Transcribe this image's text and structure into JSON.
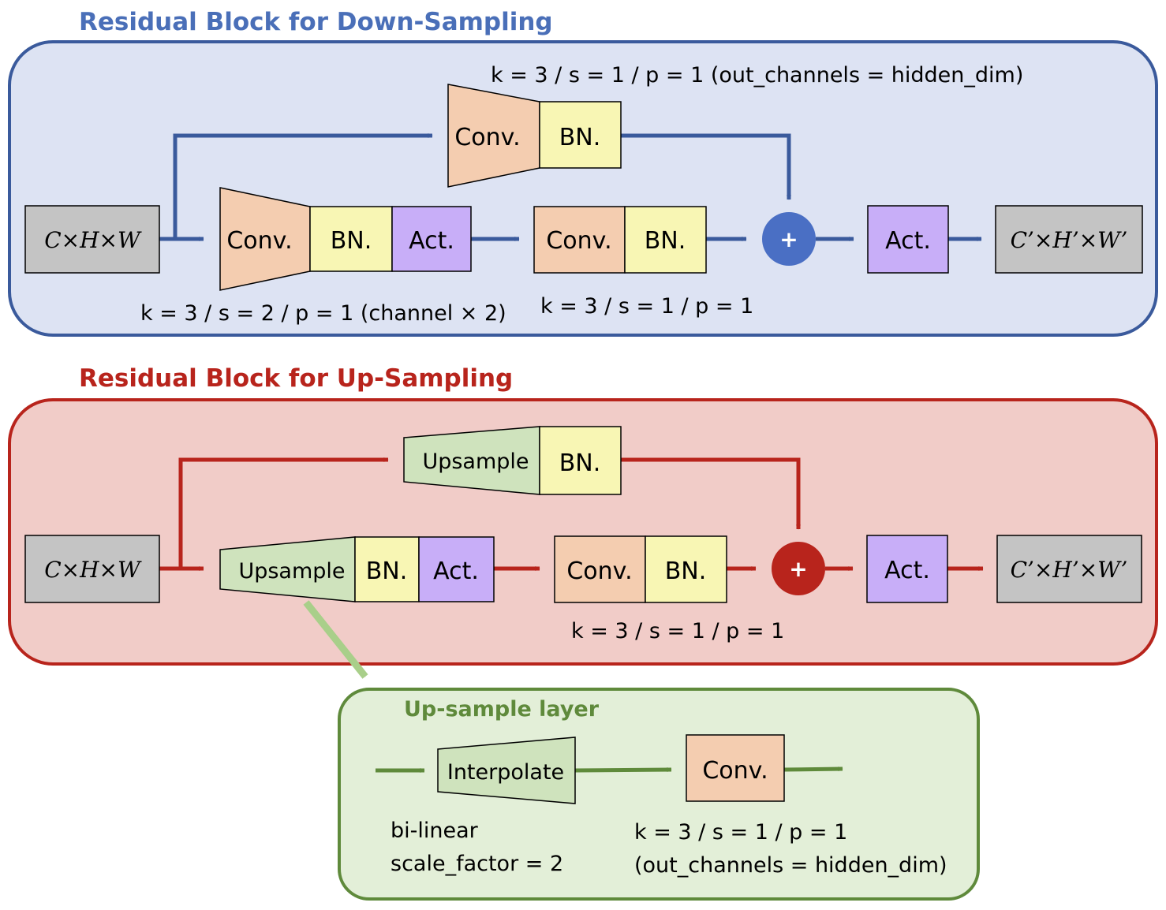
{
  "colors": {
    "down_stroke": "#3a5a9c",
    "down_fill": "#dde3f3",
    "down_title": "#4a6fb8",
    "up_stroke": "#b8241c",
    "up_fill": "#f1ccc8",
    "up_title": "#b8241c",
    "green_stroke": "#5f8a3b",
    "green_fill": "#e3efd8",
    "green_title": "#5f8a3b",
    "conv_fill": "#f4cdb0",
    "bn_fill": "#f8f6b4",
    "act_fill": "#c8aef8",
    "upsample_fill": "#cfe3bd",
    "tensor_fill": "#c4c4c4",
    "green_arrow_light": "#a9cf8a"
  },
  "down_block": {
    "title": "Residual Block for Down-Sampling",
    "input": "C×H×W",
    "output": "C’×H’×W’",
    "skip_conv": "Conv.",
    "skip_bn": "BN.",
    "skip_params": "k = 3 / s = 1 / p = 1 (out_channels = hidden_dim)",
    "main_conv1": "Conv.",
    "main_bn1": "BN.",
    "main_act1": "Act.",
    "main_conv1_params": "k = 3 / s = 2 / p = 1 (channel × 2)",
    "main_conv2": "Conv.",
    "main_bn2": "BN.",
    "main_conv2_params": "k = 3 / s = 1 / p = 1",
    "add_symbol": "+",
    "final_act": "Act."
  },
  "up_block": {
    "title": "Residual Block for Up-Sampling",
    "input": "C×H×W",
    "output": "C’×H’×W’",
    "skip_upsample": "Upsample",
    "skip_bn": "BN.",
    "main_upsample": "Upsample",
    "main_bn1": "BN.",
    "main_act1": "Act.",
    "main_conv2": "Conv.",
    "main_bn2": "BN.",
    "main_conv2_params": "k = 3 / s = 1 / p = 1",
    "add_symbol": "+",
    "final_act": "Act."
  },
  "upsample_layer": {
    "title": "Up-sample layer",
    "interpolate": "Interpolate",
    "interp_mode": "bi-linear",
    "interp_scale": "scale_factor = 2",
    "conv": "Conv.",
    "conv_params_1": "k = 3 / s = 1 / p = 1",
    "conv_params_2": "(out_channels = hidden_dim)"
  }
}
